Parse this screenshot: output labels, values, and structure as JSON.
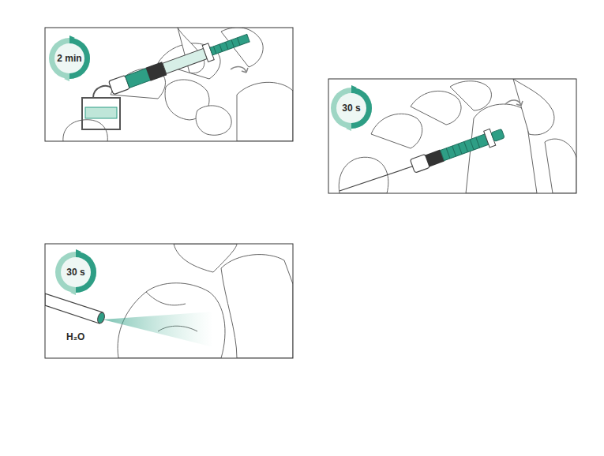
{
  "diagram": {
    "nodes": [
      {
        "text": [
          "2 min"
        ]
      },
      {
        "text": [
          "30 s"
        ]
      },
      {
        "text": [
          "30 s"
        ]
      }
    ],
    "labels": [
      "H₂O"
    ]
  }
}
